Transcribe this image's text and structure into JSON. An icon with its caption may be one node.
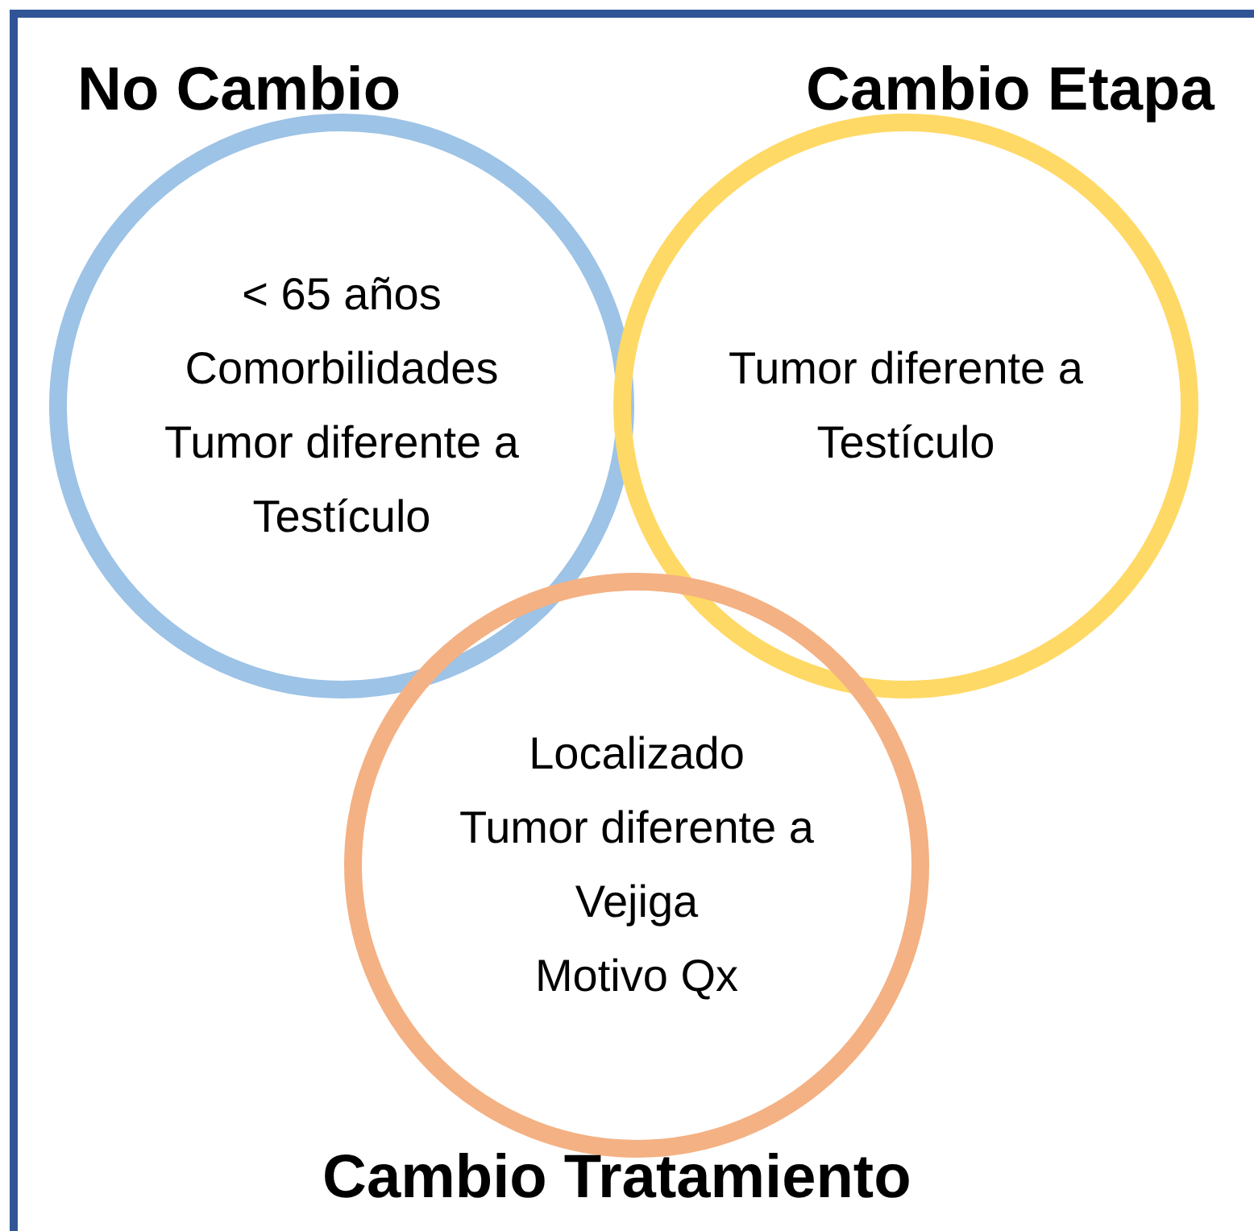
{
  "diagram": {
    "nodes": [
      {
        "text": [
          "No Cambio",
          "< 65 años",
          "Comorbilidades",
          "Tumor diferente a Testículo"
        ]
      },
      {
        "text": [
          "Cambio Etapa",
          "Tumor diferente a Testículo"
        ]
      },
      {
        "text": [
          "Cambio Tratamiento",
          "Localizado",
          "Tumor diferente a Vejiga",
          "Motivo Qx"
        ]
      }
    ]
  }
}
